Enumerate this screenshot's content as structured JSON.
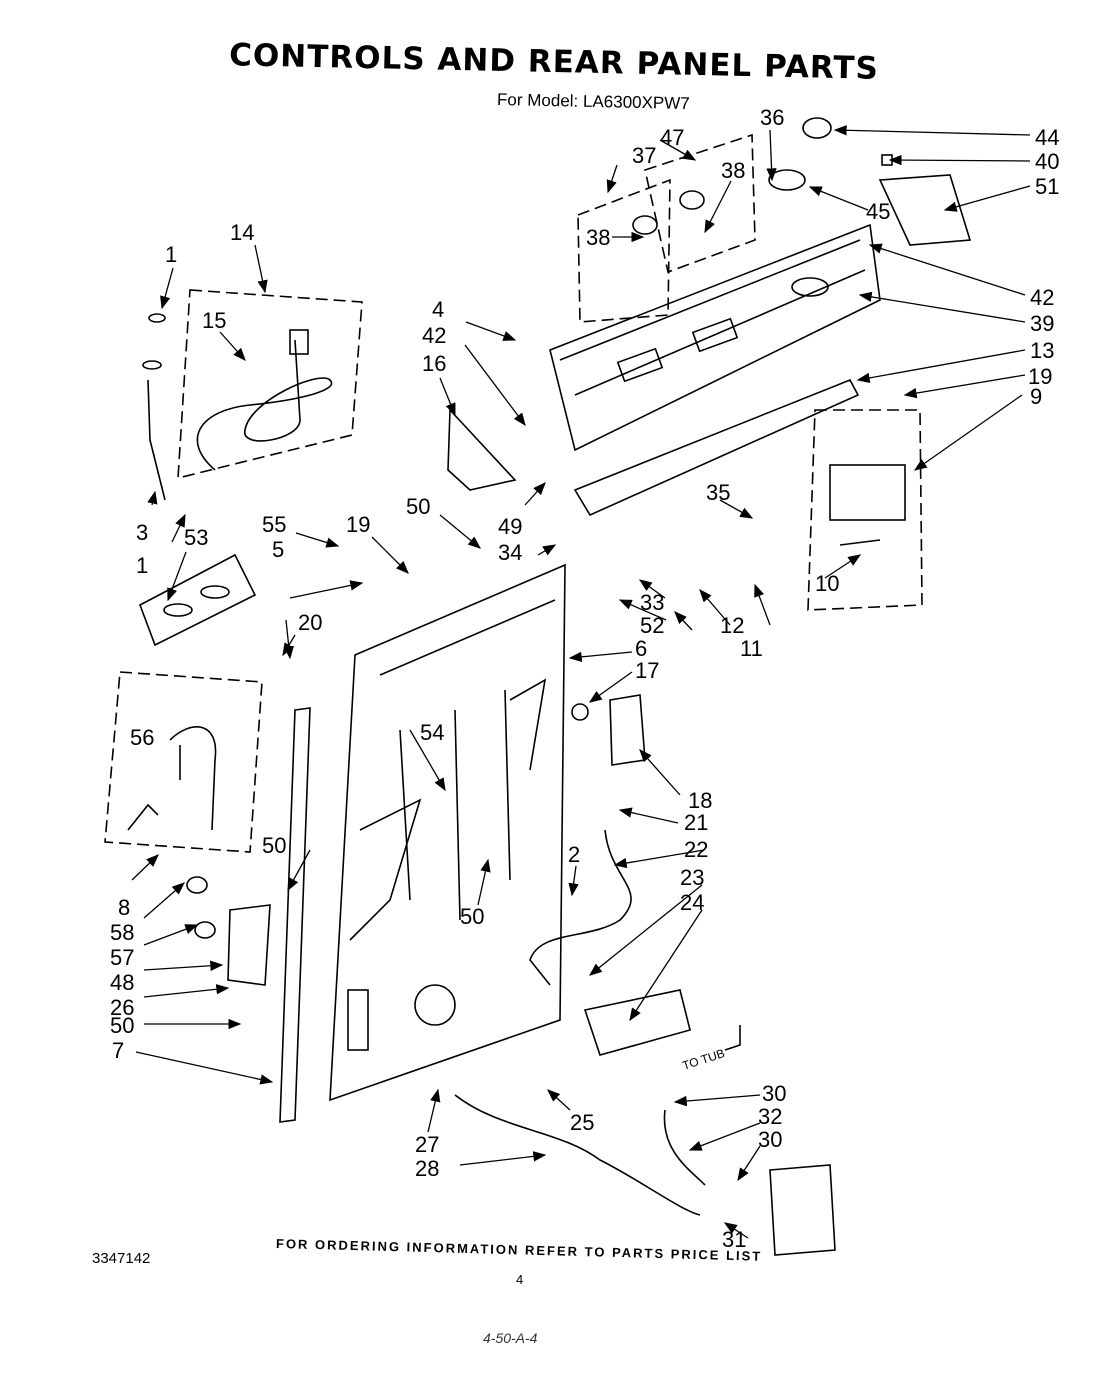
{
  "header": {
    "title": "CONTROLS AND REAR PANEL PARTS",
    "subtitle": "For Model: LA6300XPW7"
  },
  "callouts": {
    "c1": "1",
    "c1b": "1",
    "c2": "2",
    "c3": "3",
    "c4": "4",
    "c5": "5",
    "c6": "6",
    "c7": "7",
    "c8": "8",
    "c9": "9",
    "c10": "10",
    "c11": "11",
    "c12": "12",
    "c13": "13",
    "c14": "14",
    "c15": "15",
    "c16": "16",
    "c17": "17",
    "c18": "18",
    "c19": "19",
    "c19b": "19",
    "c20": "20",
    "c21": "21",
    "c22": "22",
    "c23": "23",
    "c24": "24",
    "c25": "25",
    "c26": "26",
    "c27": "27",
    "c28": "28",
    "c30": "30",
    "c30b": "30",
    "c31": "31",
    "c32": "32",
    "c33": "33",
    "c34": "34",
    "c35": "35",
    "c36": "36",
    "c37": "37",
    "c38": "38",
    "c38b": "38",
    "c39": "39",
    "c40": "40",
    "c42": "42",
    "c42b": "42",
    "c44": "44",
    "c45": "45",
    "c47": "47",
    "c48": "48",
    "c49": "49",
    "c50": "50",
    "c50b": "50",
    "c50c": "50",
    "c50d": "50",
    "c51": "51",
    "c52": "52",
    "c53": "53",
    "c54": "54",
    "c55": "55",
    "c56": "56",
    "c57": "57",
    "c58": "58"
  },
  "labels": {
    "to_tub": "TO TUB"
  },
  "footer": {
    "note": "FOR ORDERING INFORMATION REFER TO PARTS PRICE LIST",
    "doc_number": "3347142",
    "page_number": "4",
    "handwritten": "4-50-A-4"
  }
}
